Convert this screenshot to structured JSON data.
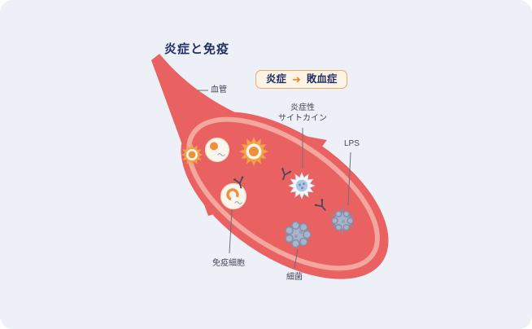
{
  "title": "炎症と免疫",
  "flow_box": {
    "from": "炎症",
    "arrow": "➜",
    "to": "敗血症"
  },
  "labels": {
    "vessel": "血管",
    "cytokine": "炎症性\nサイトカイン",
    "lps": "LPS",
    "immune_cell": "免疫細胞",
    "bacteria": "細菌"
  },
  "colors": {
    "canvas_bg": "#edf0f7",
    "vessel_red": "#e96161",
    "vessel_ring": "#f3a79f",
    "title_navy": "#232e63",
    "label_gray": "#42475a",
    "arrow_orange": "#ee8534",
    "box_bg": "#fdf4e6",
    "box_border": "#e9aa66",
    "cell_orange": "#f2a444",
    "cell_orange_deep": "#ee9138",
    "cell_body": "#faf6ee",
    "cell_blue": "#abc8e6",
    "cell_blue_deep": "#6c8fb9",
    "bacteria_fill": "#a9b3c9",
    "bacteria_stroke": "#8290af",
    "line_gray": "#6a6f7d"
  }
}
